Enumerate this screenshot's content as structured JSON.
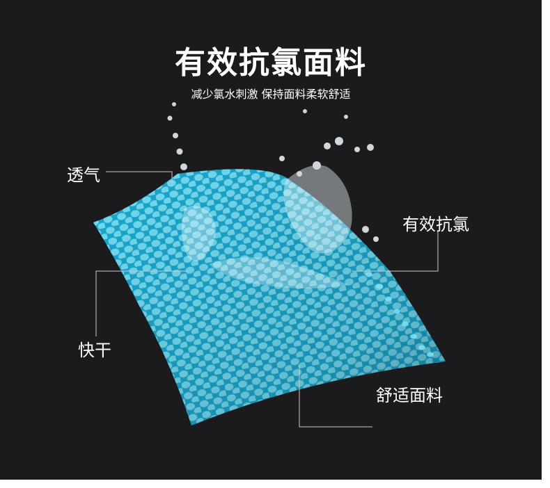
{
  "header": {
    "title": "有效抗氯面料",
    "subtitle": "减少氯水刺激 保持面料柔软舒适"
  },
  "callouts": {
    "breathable": "透气",
    "anti_chlorine": "有效抗氯",
    "quick_dry": "快干",
    "comfortable": "舒适面料"
  },
  "colors": {
    "background": "#1b1b1d",
    "fabric": "#1ba9cf",
    "dots": "#7ee3f7",
    "leader_lines": "#c8c8c8"
  }
}
